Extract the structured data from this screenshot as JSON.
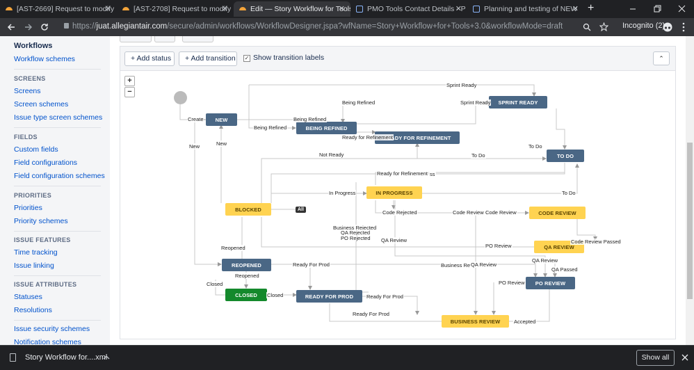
{
  "browser": {
    "tabs": [
      {
        "title": "[AST-2669] Request to modify",
        "icon": "sun-icon"
      },
      {
        "title": "[AST-2708] Request to modify",
        "icon": "sun-icon"
      },
      {
        "title": "Edit — Story Workflow for Tools",
        "icon": "sun-icon"
      },
      {
        "title": "PMO Tools Contact Details - P",
        "icon": "doc-icon"
      },
      {
        "title": "Planning and testing of NEW",
        "icon": "doc-icon"
      }
    ],
    "close_glyph": "✕",
    "new_tab_glyph": "+",
    "url_scheme": "https://",
    "url_host": "juat.allegiantair.com",
    "url_path": "/secure/admin/workflows/WorkflowDesigner.jspa?wfName=Story+Workflow+for+Tools+3.0&workflowMode=draft",
    "incognito_label": "Incognito (2)"
  },
  "sidebar": {
    "title": "Workflows",
    "sections": [
      {
        "heading": "",
        "items": [
          "Workflow schemes"
        ]
      },
      {
        "heading": "SCREENS",
        "items": [
          "Screens",
          "Screen schemes",
          "Issue type screen schemes"
        ]
      },
      {
        "heading": "FIELDS",
        "items": [
          "Custom fields",
          "Field configurations",
          "Field configuration schemes"
        ]
      },
      {
        "heading": "PRIORITIES",
        "items": [
          "Priorities",
          "Priority schemes"
        ]
      },
      {
        "heading": "ISSUE FEATURES",
        "items": [
          "Time tracking",
          "Issue linking"
        ]
      },
      {
        "heading": "ISSUE ATTRIBUTES",
        "items": [
          "Statuses",
          "Resolutions"
        ]
      },
      {
        "heading": "",
        "items": [
          "Issue security schemes",
          "Notification schemes"
        ]
      }
    ]
  },
  "toolbar": {
    "add_status": "Add status",
    "add_transition": "Add transition",
    "show_labels": "Show transition labels",
    "show_labels_checked": true
  },
  "diagram": {
    "zoom_in": "+",
    "zoom_out": "−",
    "statuses": [
      {
        "name": "NEW",
        "category": "todo"
      },
      {
        "name": "BEING REFINED",
        "category": "todo"
      },
      {
        "name": "READY FOR REFINEMENT",
        "category": "todo"
      },
      {
        "name": "SPRINT READY",
        "category": "todo"
      },
      {
        "name": "TO DO",
        "category": "todo"
      },
      {
        "name": "IN PROGRESS",
        "category": "progress"
      },
      {
        "name": "BLOCKED",
        "category": "progress"
      },
      {
        "name": "CODE REVIEW",
        "category": "progress"
      },
      {
        "name": "QA REVIEW",
        "category": "progress"
      },
      {
        "name": "REOPENED",
        "category": "todo"
      },
      {
        "name": "PO REVIEW",
        "category": "todo"
      },
      {
        "name": "CLOSED",
        "category": "done"
      },
      {
        "name": "READY FOR PROD",
        "category": "todo"
      },
      {
        "name": "BUSINESS REVIEW",
        "category": "progress"
      }
    ],
    "all_badge": "All",
    "transition_labels": [
      "Sprint Ready",
      "Being Refined",
      "Sprint Ready",
      "Being Refined",
      "Create",
      "Being Refined",
      "Ready for Refinement",
      "New",
      "New",
      "To Do",
      "Not Ready",
      "To Do",
      "Ready for Refinement",
      "ss",
      "In Progress",
      "To Do",
      "Code Rejected",
      "Code Review",
      "Code Review",
      "Business Rejected",
      "QA Rejected",
      "PO Rejected",
      "QA Review",
      "Code Review Passed",
      "PO Review",
      "Reopened",
      "Ready For Prod",
      "Business Re",
      "QA Review",
      "QA Review",
      "QA Passed",
      "Reopened",
      "Closed",
      "PO Review",
      "Closed",
      "Ready For Prod",
      "Ready For Prod",
      "Accepted"
    ]
  },
  "downloads": {
    "file_name": "Story Workflow for....xml",
    "show_all": "Show all"
  }
}
